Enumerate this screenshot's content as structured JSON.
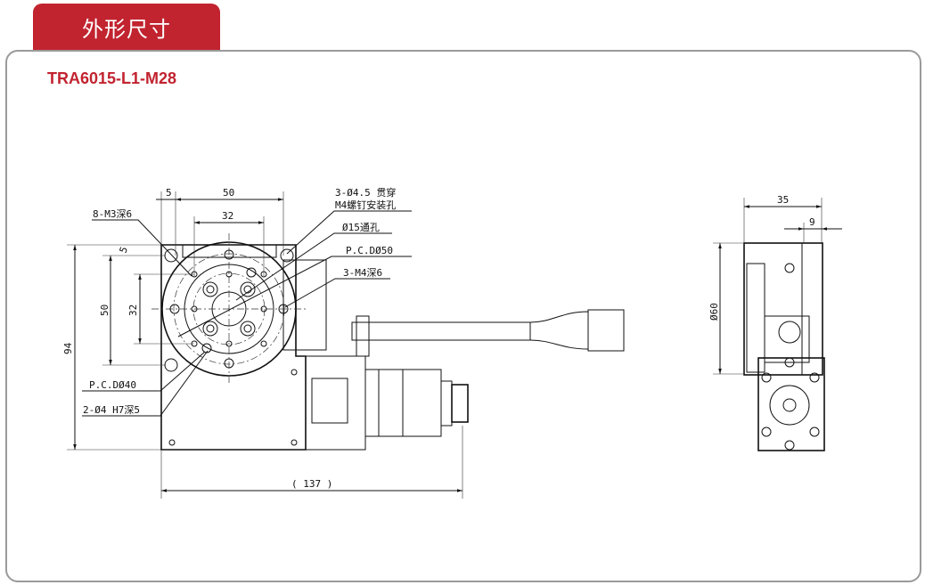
{
  "header": {
    "tab_title": "外形尺寸",
    "model": "TRA6015-L1-M28"
  },
  "front_view": {
    "dims": {
      "d5_top": "5",
      "d50_top": "50",
      "d32_top": "32",
      "d5_side": "5",
      "d50_side": "50",
      "d32_side": "32",
      "d94": "94",
      "d137": "( 137 )"
    },
    "callouts": {
      "m3": "8-M3深6",
      "holes_1": "3-Ø4.5 贯穿",
      "holes_2": "M4螺钉安装孔",
      "through": "Ø15通孔",
      "pcd50": "P.C.DØ50",
      "m4": "3-M4深6",
      "pcd40": "P.C.DØ40",
      "pin": "2-Ø4 H7深5"
    }
  },
  "side_view": {
    "dims": {
      "d35": "35",
      "d9": "9",
      "d60": "Ø60"
    }
  }
}
